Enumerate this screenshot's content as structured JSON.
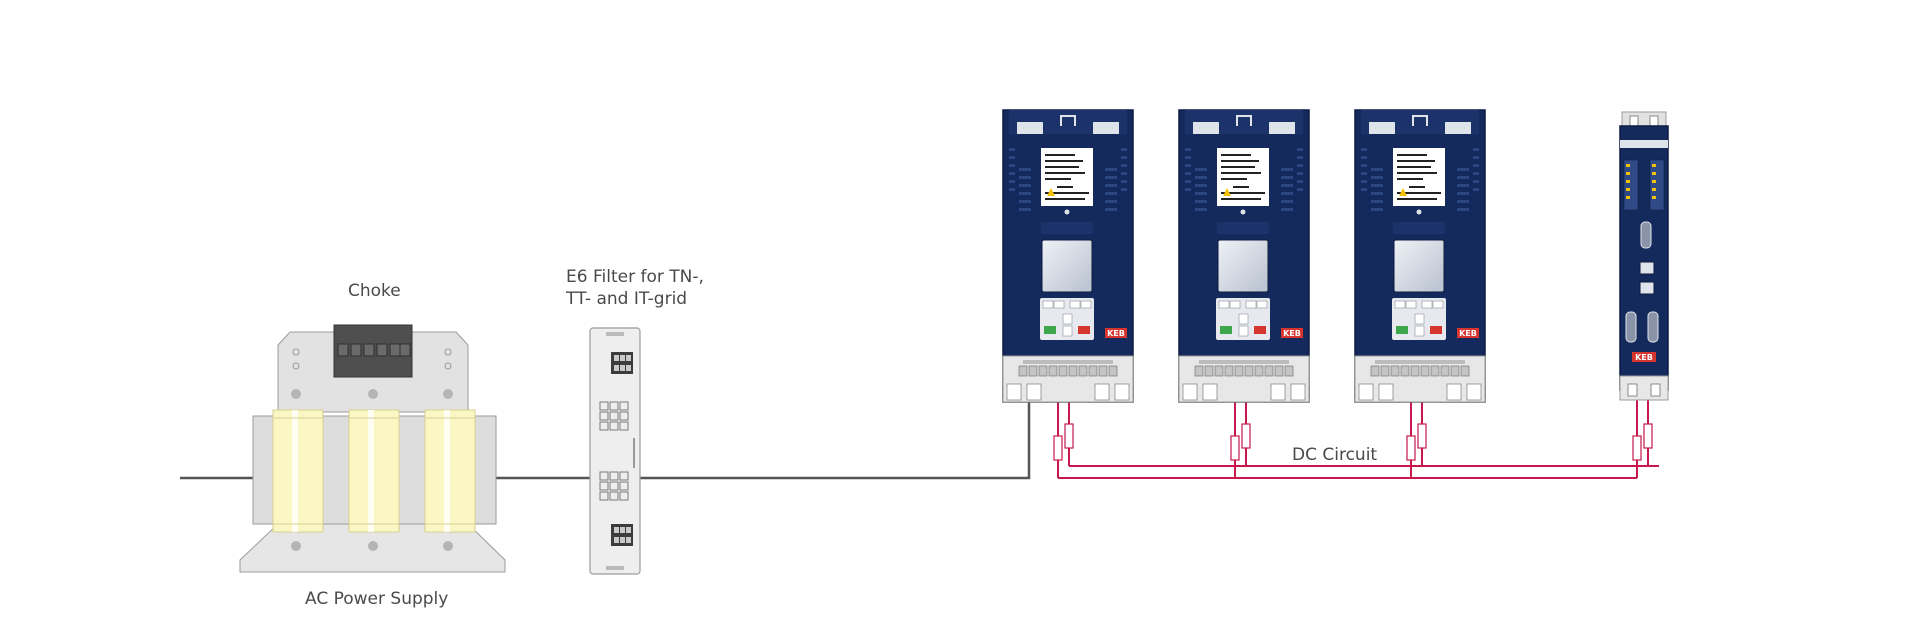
{
  "labels": {
    "choke": "Choke",
    "filter_line1": "E6 Filter for TN-,",
    "filter_line2": "TT- and IT-grid",
    "ac_supply": "AC Power Supply",
    "dc_circuit": "DC Circuit"
  },
  "brand": {
    "logo_text": "KEB"
  },
  "drives": [
    {
      "id": "drive-1",
      "logo_text": "KEB"
    },
    {
      "id": "drive-2",
      "logo_text": "KEB"
    },
    {
      "id": "drive-3",
      "logo_text": "KEB"
    }
  ],
  "controller": {
    "logo_text": "KEB"
  },
  "colors": {
    "ac_line": "#555555",
    "dc_line": "#c8174d",
    "drive_body": "#152a5c",
    "choke_coil": "#fbf7c4",
    "frame_gray": "#dcdcdc"
  }
}
